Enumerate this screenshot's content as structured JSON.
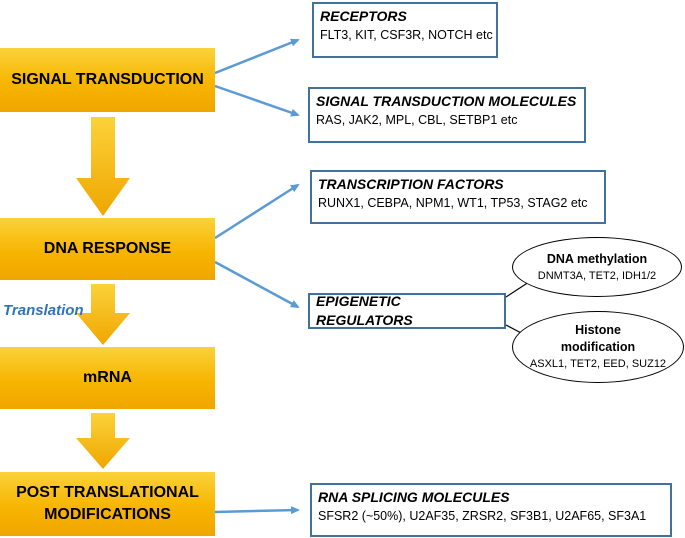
{
  "colors": {
    "flow_box": "#f7b500",
    "flow_arrow": "#f7b500",
    "connector": "#5b9bd5",
    "box_border": "#41719c",
    "translation_text": "#2e75b6"
  },
  "flow": {
    "signal": "SIGNAL TRANSDUCTION",
    "dna": "DNA RESPONSE",
    "translation": "Translation",
    "mrna": "mRNA",
    "ptm_line1": "POST TRANSLATIONAL",
    "ptm_line2": "MODIFICATIONS"
  },
  "receptors": {
    "title": "RECEPTORS",
    "items": "FLT3, KIT, CSF3R, NOTCH etc"
  },
  "stm": {
    "title": "SIGNAL TRANSDUCTION MOLECULES",
    "items": "RAS, JAK2, MPL, CBL, SETBP1 etc"
  },
  "tf": {
    "title": "TRANSCRIPTION FACTORS",
    "items": "RUNX1, CEBPA, NPM1, WT1, TP53, STAG2 etc"
  },
  "epi": {
    "title": "EPIGENETIC REGULATORS"
  },
  "dna_methylation": {
    "title": "DNA methylation",
    "items": "DNMT3A, TET2, IDH1/2"
  },
  "histone": {
    "title_line1": "Histone",
    "title_line2": "modification",
    "items": "ASXL1, TET2, EED, SUZ12"
  },
  "splicing": {
    "title": "RNA SPLICING MOLECULES",
    "items": "SFSR2 (~50%), U2AF35, ZRSR2, SF3B1, U2AF65, SF3A1"
  }
}
